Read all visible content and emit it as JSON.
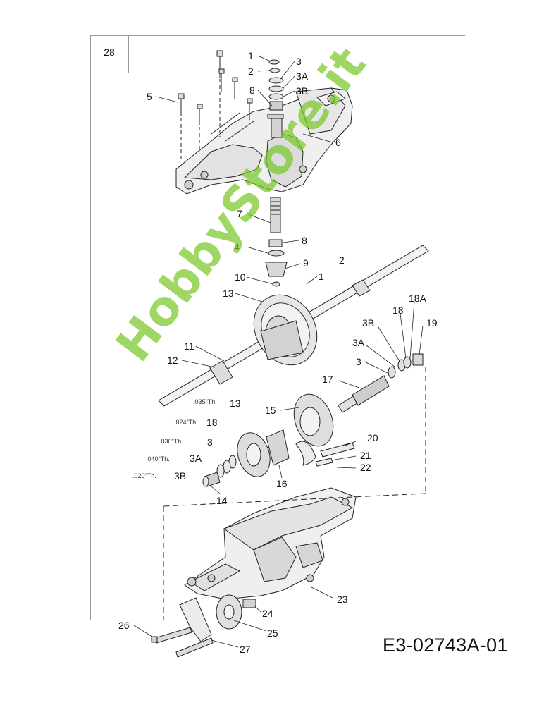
{
  "page_number": "28",
  "document_code": "E3-02743A-01",
  "watermark": "HobbyStore.it",
  "callouts": {
    "c1": "1",
    "c2": "2",
    "c3": "3",
    "c3a": "3A",
    "c8a": "8",
    "c3b": "3B",
    "c5": "5",
    "c6": "6",
    "c7": "7",
    "c8b": "8",
    "c4": "4",
    "c9": "9",
    "c10": "10",
    "c1b": "1",
    "c2b": "2",
    "c13": "13",
    "c18a": "18A",
    "c18": "18",
    "c3b2": "3B",
    "c19": "19",
    "c3a2": "3A",
    "c11": "11",
    "c12": "12",
    "c3c": "3",
    "c17": "17",
    "c15": "15",
    "c20": "20",
    "c21": "21",
    "c22": "22",
    "c16": "16",
    "c18b": "18",
    "c3d": "3",
    "c3a3": "3A",
    "c3b3": "3B",
    "c14": "14",
    "c23": "23",
    "c24": "24",
    "c25": "25",
    "c26": "26",
    "c27": "27",
    "c13b": "13"
  },
  "shim_labels": {
    "s1": ".035\"Th.",
    "s2": ".024\"Th.",
    "s3": ".030\"Th.",
    "s4": ".040\"Th.",
    "s5": ".020\"Th."
  },
  "colors": {
    "line": "#222222",
    "housing_fill": "#e8e8e8",
    "watermark": "#7ac828"
  }
}
